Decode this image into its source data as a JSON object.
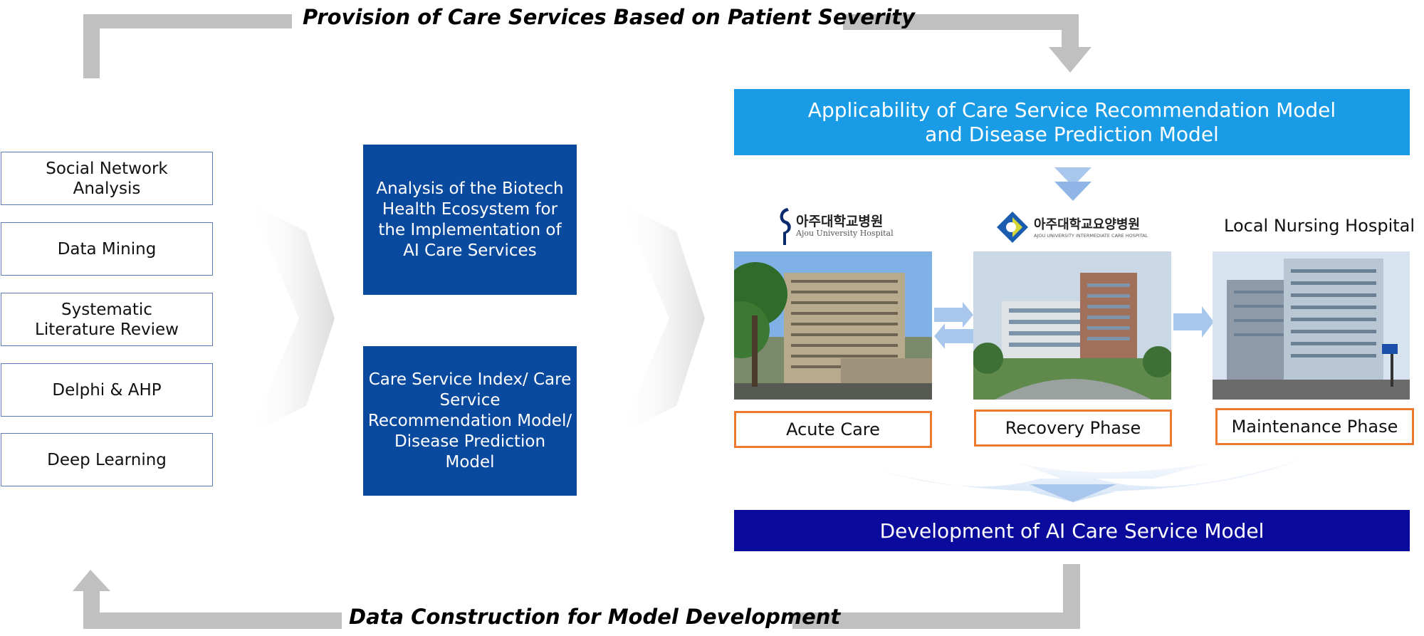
{
  "flow": {
    "top_label": "Provision of Care Services Based on Patient Severity",
    "bottom_label": "Data Construction for Model Development"
  },
  "methods": [
    "Social Network Analysis",
    "Data Mining",
    "Systematic Literature Review",
    "Delphi & AHP",
    "Deep Learning"
  ],
  "analysis": {
    "ecosystem": "Analysis of the Biotech Health Ecosystem for the Implementation of AI Care Services",
    "models": "Care Service Index/ Care Service Recommendation Model/ Disease Prediction Model"
  },
  "applicability": {
    "line1": "Applicability of Care Service Recommendation Model",
    "line2": "and Disease Prediction Model"
  },
  "hospitals": {
    "ajou_korean": "아주대학교병원",
    "ajou_english": "Ajou University Hospital",
    "care_korean": "아주대학교요양병원",
    "care_english": "AJOU UNIVERSITY INTERMEDIATE CARE HOSPITAL",
    "local": "Local Nursing Hospital"
  },
  "phases": {
    "acute": "Acute Care",
    "recovery": "Recovery Phase",
    "maintenance": "Maintenance Phase"
  },
  "development": "Development of AI Care Service Model",
  "colors": {
    "flow_arrow": "#c0c0c0",
    "method_border": "#5b7ab5",
    "analysis_box": "#0a4a9e",
    "applicability_banner": "#1a9be6",
    "development_banner": "#0a0a9c",
    "phase_border": "#ec7a2e",
    "light_arrow": "#a9c6ec"
  }
}
